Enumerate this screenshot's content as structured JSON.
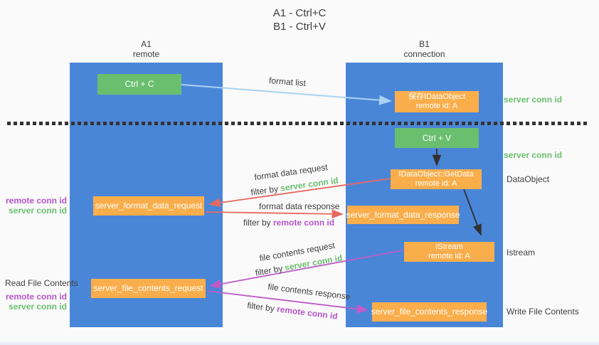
{
  "title": {
    "line1": "A1 - Ctrl+C",
    "line2": "B1 - Ctrl+V"
  },
  "columns": {
    "left": {
      "name": "A1",
      "role": "remote"
    },
    "right": {
      "name": "B1",
      "role": "connection"
    }
  },
  "boxes": {
    "ctrl_c": {
      "label": "Ctrl + C"
    },
    "save_dataobject": {
      "line1": "保存IDataObject",
      "line2": "remote id: A"
    },
    "ctrl_v": {
      "label": "Ctrl + V"
    },
    "getdata": {
      "line1": "IDataObject::GetData",
      "line2": "remote id: A"
    },
    "format_request": {
      "label": "server_format_data_request"
    },
    "format_response": {
      "label": "server_format_data_response"
    },
    "istream": {
      "line1": "IStream",
      "line2": "remote id: A"
    },
    "file_request": {
      "label": "server_file_contents_request"
    },
    "file_response": {
      "label": "server_file_contents_response"
    }
  },
  "arrow_labels": {
    "format_list": "format list",
    "format_data_request": "format data request",
    "format_data_response": "format data response",
    "file_contents_request": "file contents request",
    "file_contents_response": "file contents response",
    "filter_by": "filter by ",
    "server_conn_id": "server conn id",
    "remote_conn_id": "remote conn id"
  },
  "side_labels": {
    "server_conn_id": "server conn id",
    "remote_conn_id": "remote conn id",
    "dataobject": "DataObject",
    "istream": "Istream",
    "read_file_contents": "Read File Contents",
    "write_file_contents": "Write File Contents"
  },
  "colors": {
    "column_blue": "#4a86d8",
    "box_green": "#6abf6e",
    "box_orange": "#f9ae4b",
    "arrow_lightblue": "#a9d3f0",
    "arrow_red": "#e8695f",
    "arrow_purple": "#c05ac8",
    "arrow_black": "#303030",
    "text_green": "#6abf6e",
    "text_purple": "#b455c8",
    "text_dark": "#3c3c3c"
  }
}
